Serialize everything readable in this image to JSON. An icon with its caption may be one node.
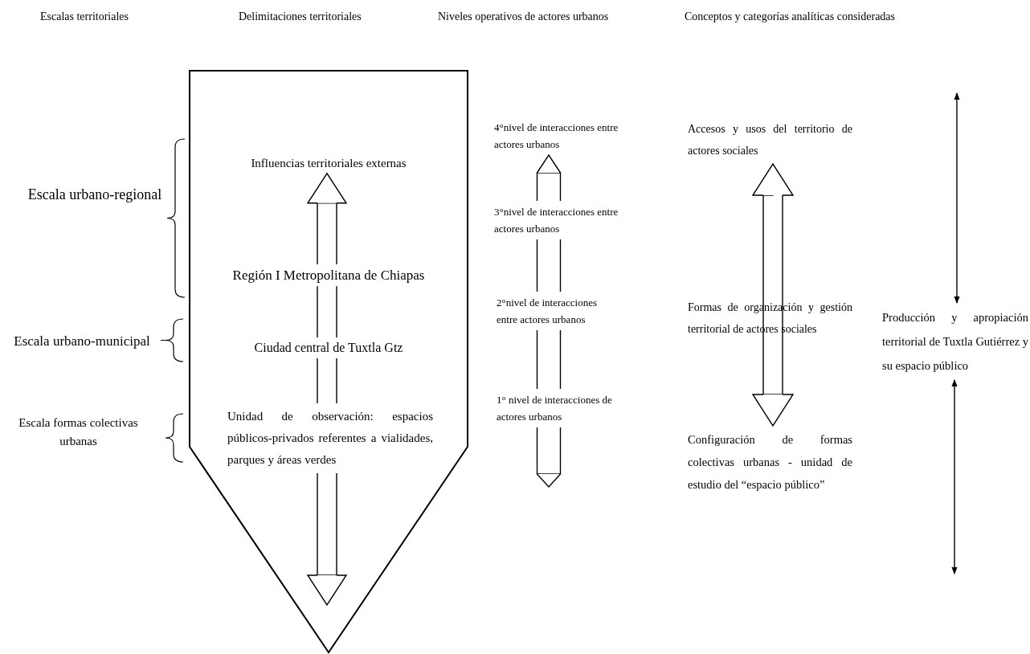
{
  "diagram": {
    "nodes": [
      {
        "text": [],
        "shape": "pentagon"
      },
      {
        "text": [
          "Influencias territoriales externas"
        ],
        "in": 0
      },
      {
        "text": [
          "Región I Metropolitana de Chiapas"
        ],
        "in": 0
      },
      {
        "text": [
          "Ciudad central de Tuxtla Gtz"
        ],
        "in": 0
      },
      {
        "text": [
          "Unidad de observación: espacios públicos-privados referentes a vialidades, parques y áreas verdes"
        ],
        "in": 0
      },
      {
        "text": [
          "4°nivel de interacciones entre actores urbanos"
        ]
      },
      {
        "text": [
          "3°nivel de interacciones entre actores urbanos"
        ]
      },
      {
        "text": [
          "2°nivel de interacciones entre actores urbanos"
        ]
      },
      {
        "text": [
          "1° nivel de interacciones de actores urbanos"
        ]
      },
      {
        "text": [
          "Accesos y usos del territorio de actores sociales"
        ]
      },
      {
        "text": [
          "Formas de organización y gestión territorial de actores sociales"
        ]
      },
      {
        "text": [
          "Configuración de formas colectivas urbanas - unidad de estudio del “espacio público”"
        ]
      },
      {
        "text": [
          "Producción y apropiación territorial de Tuxtla Gutiérrez y su espacio público"
        ]
      }
    ],
    "edges": [
      {
        "from": 2,
        "to": 1,
        "arrow": "to"
      },
      {
        "from": 3,
        "to": 2,
        "arrow": "none"
      },
      {
        "from": 4,
        "to": 3,
        "arrow": "none"
      },
      {
        "from": 4,
        "to": null,
        "arrow": "to"
      },
      {
        "from": 6,
        "to": 5,
        "arrow": "to"
      },
      {
        "from": 7,
        "to": 6,
        "arrow": "none"
      },
      {
        "from": 8,
        "to": 7,
        "arrow": "none"
      },
      {
        "from": 8,
        "to": null,
        "arrow": "to"
      },
      {
        "from": 9,
        "to": 11,
        "arrow": "both"
      },
      {
        "from": 12,
        "to": null,
        "arrow": "both"
      },
      {
        "from": 12,
        "to": null,
        "arrow": "both"
      }
    ],
    "labels": [
      "Escalas territoriales",
      "Delimitaciones territoriales",
      "Niveles operativos de actores urbanos",
      "Conceptos y categorías analíticas consideradas",
      "Escala urbano-regional",
      "Escala urbano-municipal",
      "Escala formas colectivas urbanas"
    ]
  }
}
